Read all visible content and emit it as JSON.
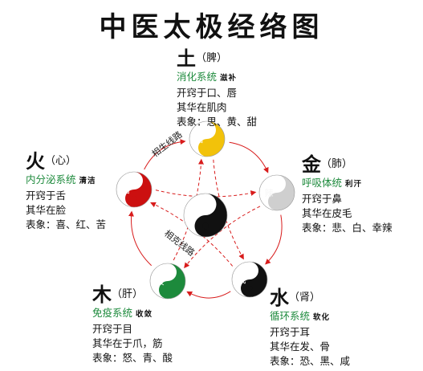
{
  "title": "中医太极经络图",
  "earth": {
    "element": "土",
    "organ": "（脾）",
    "system": "消化系统",
    "function": "滋补",
    "lines": [
      "开窍于口、唇",
      "其华在肌肉",
      "表象：思、黄、甜"
    ],
    "taste": "甜"
  },
  "metal": {
    "element": "金",
    "organ": "（肺）",
    "system": "呼吸体统",
    "function": "利汗",
    "lines": [
      "开窍于鼻",
      "其华在皮毛",
      "表象：悲、白、幸辣"
    ],
    "taste": "辣"
  },
  "water": {
    "element": "水",
    "organ": "（肾）",
    "system": "循环系统",
    "function": "软化",
    "lines": [
      "开窍于耳",
      "其华在发、骨",
      "表象：恐、黑、咸"
    ],
    "taste": "咸"
  },
  "wood": {
    "element": "木",
    "organ": "（肝）",
    "system": "免疫系统",
    "function": "收敛",
    "lines": [
      "开窍于目",
      "其华在于爪，筋",
      "表象：怒、青、酸"
    ],
    "taste": "酸"
  },
  "fire": {
    "element": "火",
    "organ": "（心）",
    "system": "内分泌系统",
    "function": "清洁",
    "lines": [
      "开窍于舌",
      "其华在脸",
      "表象：喜、红、苦"
    ],
    "taste": "苦"
  },
  "routes": {
    "generating": "相生线路",
    "restraining": "相克线路"
  },
  "colors": {
    "earth": "#f2c20a",
    "metal": "#cfcfcf",
    "water": "#111111",
    "wood": "#1d8a3c",
    "fire": "#cc1010",
    "arrow": "#d81c1c",
    "system_text": "#1d8a3c"
  }
}
